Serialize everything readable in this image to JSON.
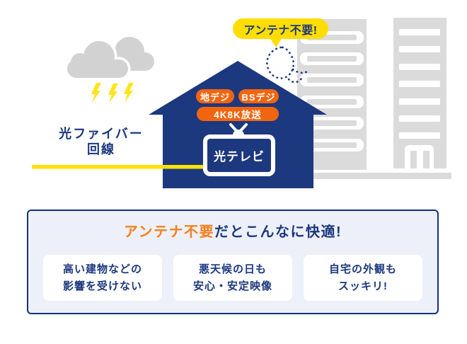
{
  "illustration": {
    "callout": {
      "label": "アンテナ不要!"
    },
    "fiber_label": {
      "line1": "光ファイバー",
      "line2": "回線"
    },
    "badges": [
      {
        "label": "地デジ"
      },
      {
        "label": "BSデジ"
      },
      {
        "label": "4K8K放送"
      }
    ],
    "tv": {
      "label": "光テレビ"
    },
    "icons": {
      "storm_clouds": "two overlapping gray clouds",
      "lightning": "three yellow bolts",
      "no_antenna": "navy dotted balloon outline on roof",
      "tv_antenna": "white rabbit-ears V on TV",
      "buildings": "two gray high-rise silhouettes",
      "fiber_line": "yellow line from left into house TV"
    }
  },
  "benefits_panel": {
    "title": {
      "highlight": "アンテナ不要",
      "rest": "だとこんなに快適!"
    },
    "cards": [
      {
        "line1": "高い建物などの",
        "line2": "影響を受けない"
      },
      {
        "line1": "悪天候の日も",
        "line2": "安心・安定映像"
      },
      {
        "line1": "自宅の外観も",
        "line2": "スッキリ!"
      }
    ]
  },
  "colors": {
    "navy": "#1C387E",
    "pill_orange": "#F2650F",
    "title_orange": "#F57E1C",
    "callout_yellow": "#FFDD00",
    "line_yellow": "#FFE100",
    "bolt_yellow": "#FFE41C",
    "cloud_gray": "#D2D2D2",
    "building_gray": "#DBDBDB",
    "panel_bg": "#EDF0F9"
  }
}
